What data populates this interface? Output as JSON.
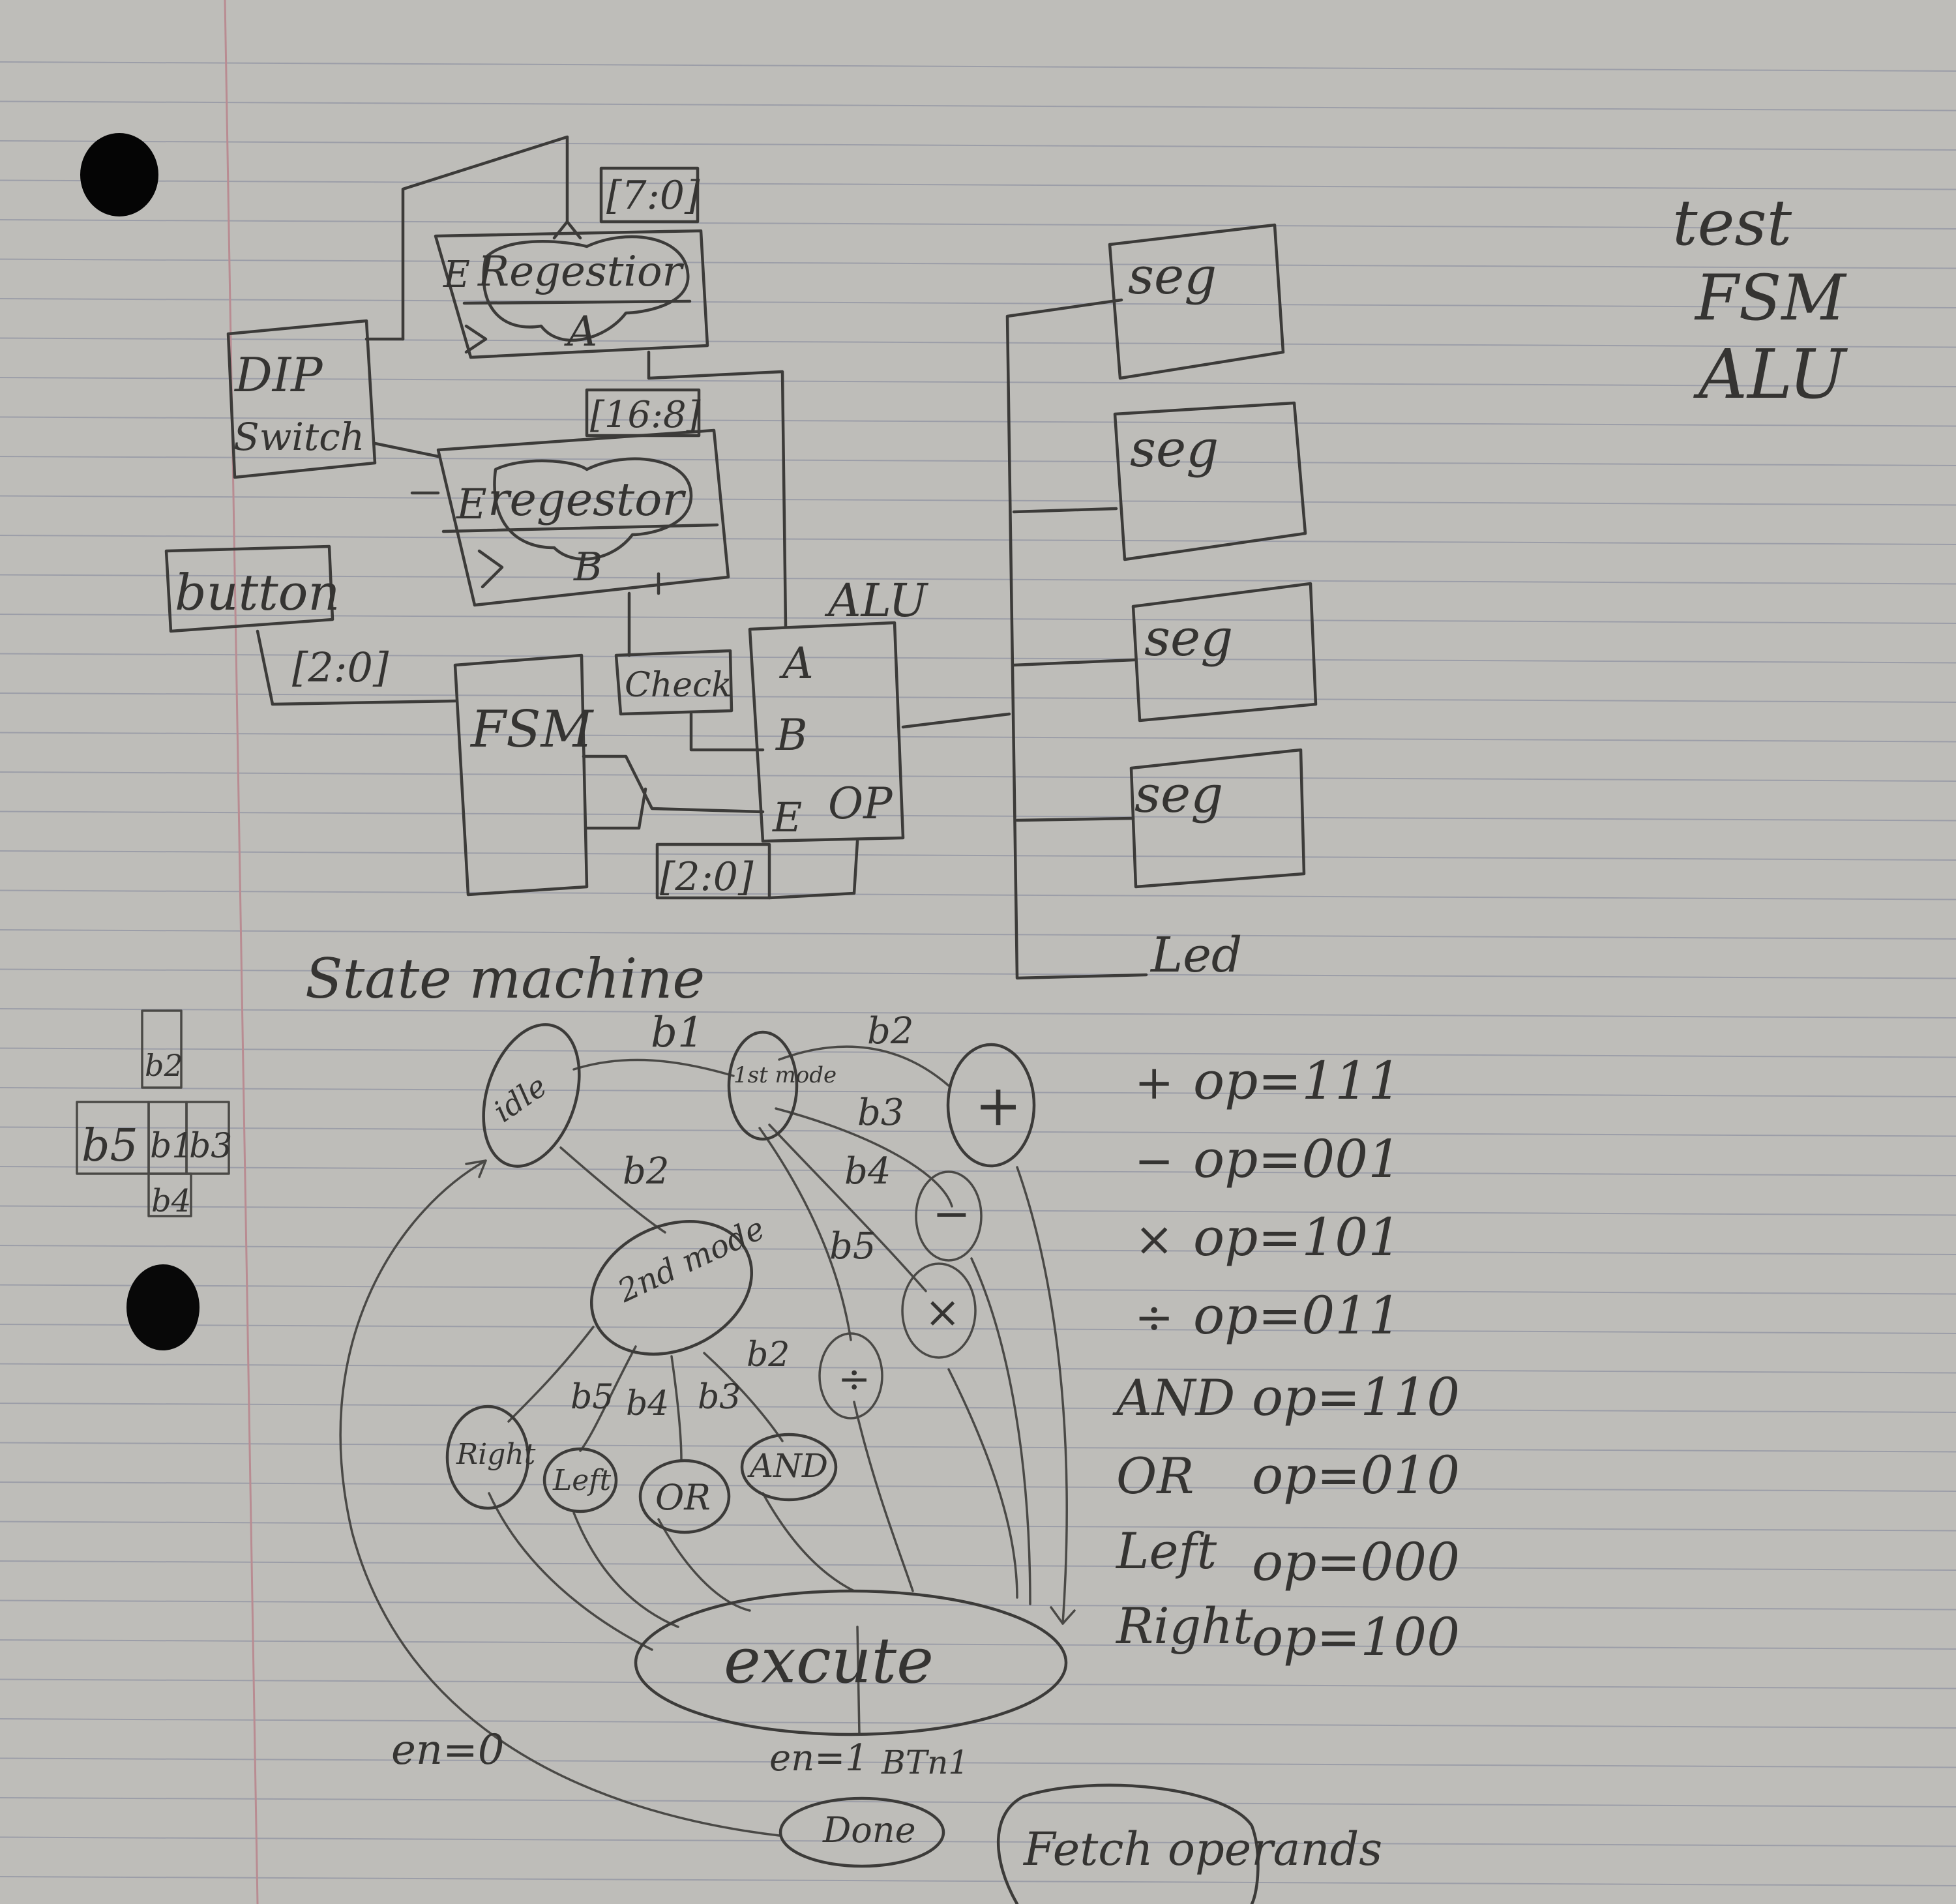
{
  "notes": {
    "line1": "test",
    "line2": "FSM",
    "line3": "ALU"
  },
  "blocks": {
    "register_a": {
      "label": "Regestior",
      "sub": "A",
      "bus": "[7:0]",
      "enable": "E"
    },
    "register_b": {
      "label": "regestor",
      "sub": "B",
      "bus": "[16:8]",
      "enable": "E"
    },
    "dip_switch": {
      "line1": "DIP",
      "line2": "Switch"
    },
    "button": {
      "label": "button",
      "bus": "[2:0]"
    },
    "fsm": {
      "label": "FSM"
    },
    "check": {
      "label": "Check"
    },
    "alu": {
      "title": "ALU",
      "in_a": "A",
      "in_b": "B",
      "in_e": "E",
      "in_op": "OP",
      "op_bus": "[2:0]"
    },
    "segs": [
      "seg",
      "seg",
      "seg",
      "seg"
    ],
    "led": "Led"
  },
  "state_machine": {
    "title": "State machine",
    "states": {
      "idle": "idle",
      "first_mode": "1st mode",
      "second_mode": "2nd mode",
      "plus": "+",
      "minus": "−",
      "times": "×",
      "divide": "÷",
      "right": "Right",
      "left": "Left",
      "or": "OR",
      "and": "AND",
      "execute": "excute",
      "done": "Done",
      "fetch": "Fetch operands"
    },
    "transitions": {
      "b1": "b1",
      "b2_top": "b2",
      "b3_top": "b3",
      "b4_top": "b4",
      "b5_top": "b5",
      "b2_idle": "b2",
      "b5_low": "b5",
      "b4_low": "b4",
      "b3_low": "b3",
      "b2_low": "b2",
      "en0": "en=0",
      "en1": "en=1",
      "btn1": "BTn1"
    },
    "button_pad": {
      "up": "b2",
      "left": "b5",
      "center": "b1",
      "right": "b3",
      "down": "b4"
    }
  },
  "opcodes": [
    {
      "op": "+",
      "code": "op=111"
    },
    {
      "op": "−",
      "code": "op=001"
    },
    {
      "op": "×",
      "code": "op=101"
    },
    {
      "op": "÷",
      "code": "op=011"
    },
    {
      "op": "AND",
      "code": "op=110"
    },
    {
      "op": "OR",
      "code": "op=010"
    },
    {
      "op": "Left",
      "code": "op=000"
    },
    {
      "op": "Right",
      "code": "op=100"
    }
  ]
}
